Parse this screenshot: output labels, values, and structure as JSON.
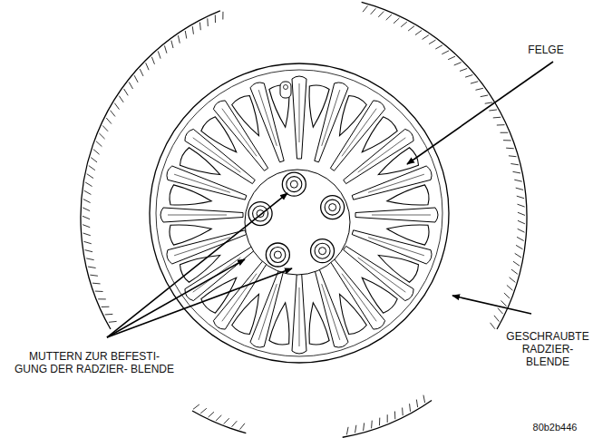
{
  "diagram": {
    "labels": [
      "FELGE",
      "MUTTERN ZUR BEFESTI- GUNG DER RADZIER- BLENDE",
      "GESCHRAUBTE RADZIER- BLENDE",
      "80b2b446"
    ]
  }
}
